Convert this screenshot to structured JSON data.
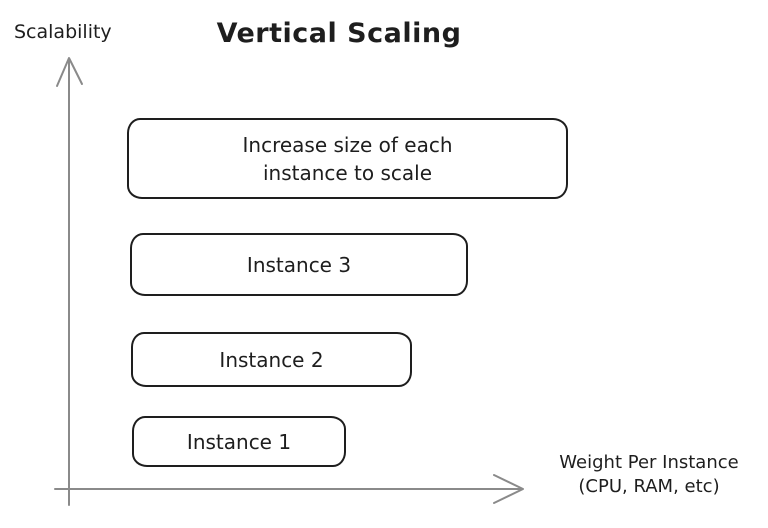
{
  "colors": {
    "background": "#ffffff",
    "shape_stroke": "#1e1e1e",
    "text": "#1e1e1e",
    "axis_stroke": "#8a8a8a"
  },
  "diagram": {
    "title": "Vertical Scaling",
    "y_axis": {
      "label": "Scalability"
    },
    "x_axis": {
      "label_line1": "Weight Per Instance",
      "label_line2": "(CPU, RAM, etc)"
    },
    "boxes": [
      {
        "id": "increase-size-note",
        "line1": "Increase size of each",
        "line2": "instance to scale"
      },
      {
        "id": "instance-3",
        "line1": "Instance 3"
      },
      {
        "id": "instance-2",
        "line1": "Instance 2"
      },
      {
        "id": "instance-1",
        "line1": "Instance 1"
      }
    ]
  }
}
